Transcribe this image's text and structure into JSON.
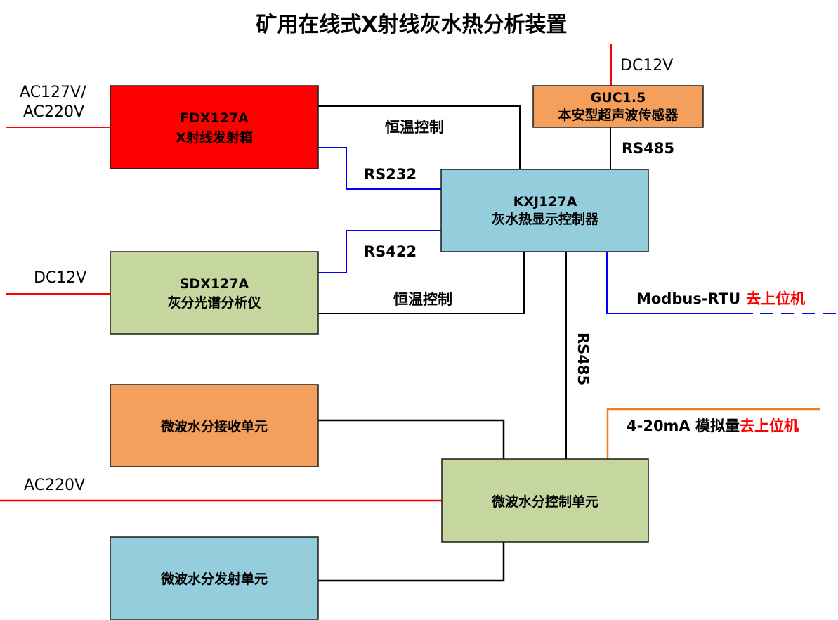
{
  "title": "矿用在线式X射线灰水热分析装置",
  "colors": {
    "red_box": "#ff0000",
    "orange_box": "#f4a05c",
    "blue_box": "#94cddc",
    "green_box": "#c5d79f",
    "power_line": "#ff0000",
    "serial_line": "#0000ff",
    "signal_line": "#000000",
    "analog_line": "#f07d1e",
    "highlight_text": "#ff0000"
  },
  "boxes": {
    "fdx": {
      "model": "FDX127A",
      "name": "X射线发射箱"
    },
    "guc": {
      "model": "GUC1.5",
      "name": "本安型超声波传感器"
    },
    "kxj": {
      "model": "KXJ127A",
      "name": "灰水热显示控制器"
    },
    "sdx": {
      "model": "SDX127A",
      "name": "灰分光谱分析仪"
    },
    "mw_receiver": {
      "name": "微波水分接收单元"
    },
    "mw_controller": {
      "name": "微波水分控制单元"
    },
    "mw_transmitter": {
      "name": "微波水分发射单元"
    }
  },
  "power": {
    "fdx_line1": "AC127V/",
    "fdx_line2": "AC220V",
    "guc": "DC12V",
    "sdx": "DC12V",
    "mw_controller": "AC220V"
  },
  "connections": {
    "fdx_thermo": "恒温控制",
    "fdx_serial": "RS232",
    "sdx_serial": "RS422",
    "sdx_thermo": "恒温控制",
    "guc_serial": "RS485",
    "mw_serial": "RS485",
    "modbus": "Modbus-RTU",
    "modbus_dest": "去上位机",
    "analog": "4-20mA 模拟量",
    "analog_dest": "去上位机"
  }
}
